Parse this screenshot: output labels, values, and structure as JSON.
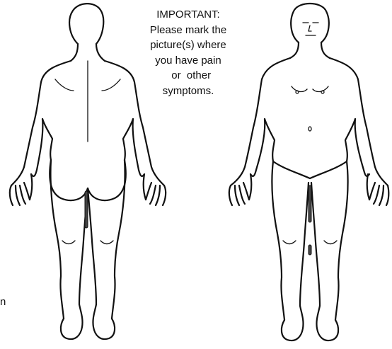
{
  "instructions": {
    "lines": [
      "IMPORTANT:",
      "Please mark  the",
      "picture(s) where",
      "you have pain",
      "  or  other",
      "symptoms."
    ]
  },
  "edge_fragment": "n"
}
